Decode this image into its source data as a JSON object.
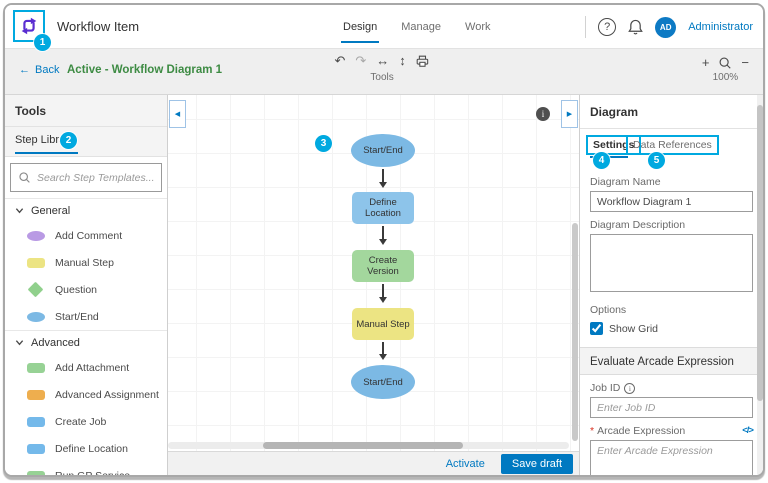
{
  "colors": {
    "accent": "#0079c1",
    "annotation_cyan": "#00a9e0",
    "active_title_green": "#3d8b43"
  },
  "icons": {
    "back_arrow": "←",
    "undo": "↶",
    "redo": "↷",
    "fit_horizontal": "↔",
    "fit_vertical": "↕",
    "zoom_in": "+",
    "zoom_out": "−",
    "collapse_left": "◀",
    "expand_right": "▶",
    "help": "?",
    "info": "i",
    "code": "</>",
    "required": "*"
  },
  "header": {
    "title": "Workflow Item",
    "nav_tabs": [
      {
        "label": "Design",
        "active": true
      },
      {
        "label": "Manage",
        "active": false
      },
      {
        "label": "Work",
        "active": false
      }
    ],
    "user_initials": "AD",
    "user_name": "Administrator"
  },
  "toolbar": {
    "back_label": "Back",
    "diagram_title": "Active - Workflow Diagram 1",
    "tools_label": "Tools",
    "zoom_level": "100%"
  },
  "sidebar": {
    "panel_title": "Tools",
    "tab_label": "Step Library",
    "search_placeholder": "Search Step Templates...",
    "sections": [
      {
        "label": "General",
        "items": [
          {
            "label": "Add Comment",
            "shape": "ellipse",
            "color": "#b99ae4"
          },
          {
            "label": "Manual Step",
            "shape": "rect",
            "color": "#ece483"
          },
          {
            "label": "Question",
            "shape": "diamond",
            "color": "#90d08c"
          },
          {
            "label": "Start/End",
            "shape": "ellipse",
            "color": "#7cb9e4"
          }
        ]
      },
      {
        "label": "Advanced",
        "items": [
          {
            "label": "Add Attachment",
            "shape": "rect",
            "color": "#97d295"
          },
          {
            "label": "Advanced Assignment",
            "shape": "rect",
            "color": "#eeae4e"
          },
          {
            "label": "Create Job",
            "shape": "rect",
            "color": "#74b9ea"
          },
          {
            "label": "Define Location",
            "shape": "rect",
            "color": "#74b9ea"
          },
          {
            "label": "Run GP Service",
            "shape": "rect",
            "color": "#97d295"
          }
        ]
      }
    ]
  },
  "canvas": {
    "nodes": [
      {
        "label": "Start/End",
        "shape": "ellipse",
        "color": "#7cb9e4"
      },
      {
        "label": "Define Location",
        "shape": "rect",
        "color": "#8dc4ea"
      },
      {
        "label": "Create Version",
        "shape": "rect",
        "color": "#a3d79d"
      },
      {
        "label": "Manual Step",
        "shape": "rect",
        "color": "#ece483"
      },
      {
        "label": "Start/End",
        "shape": "ellipse",
        "color": "#7cb9e4"
      }
    ]
  },
  "diagram_panel": {
    "title": "Diagram",
    "tabs": [
      {
        "label": "Settings",
        "active": true
      },
      {
        "label": "Data References",
        "active": false
      }
    ],
    "name_label": "Diagram Name",
    "name_value": "Workflow Diagram 1",
    "description_label": "Diagram Description",
    "options_label": "Options",
    "show_grid_label": "Show Grid",
    "show_grid_checked": true,
    "arcade_section_title": "Evaluate Arcade Expression",
    "job_id_label": "Job ID",
    "job_id_placeholder": "Enter Job ID",
    "arcade_label": "Arcade Expression",
    "arcade_placeholder": "Enter Arcade Expression"
  },
  "footer": {
    "activate_label": "Activate",
    "save_draft_label": "Save draft"
  },
  "annotations": {
    "badge_1": "1",
    "badge_2": "2",
    "badge_3": "3",
    "badge_4": "4",
    "badge_5": "5"
  }
}
